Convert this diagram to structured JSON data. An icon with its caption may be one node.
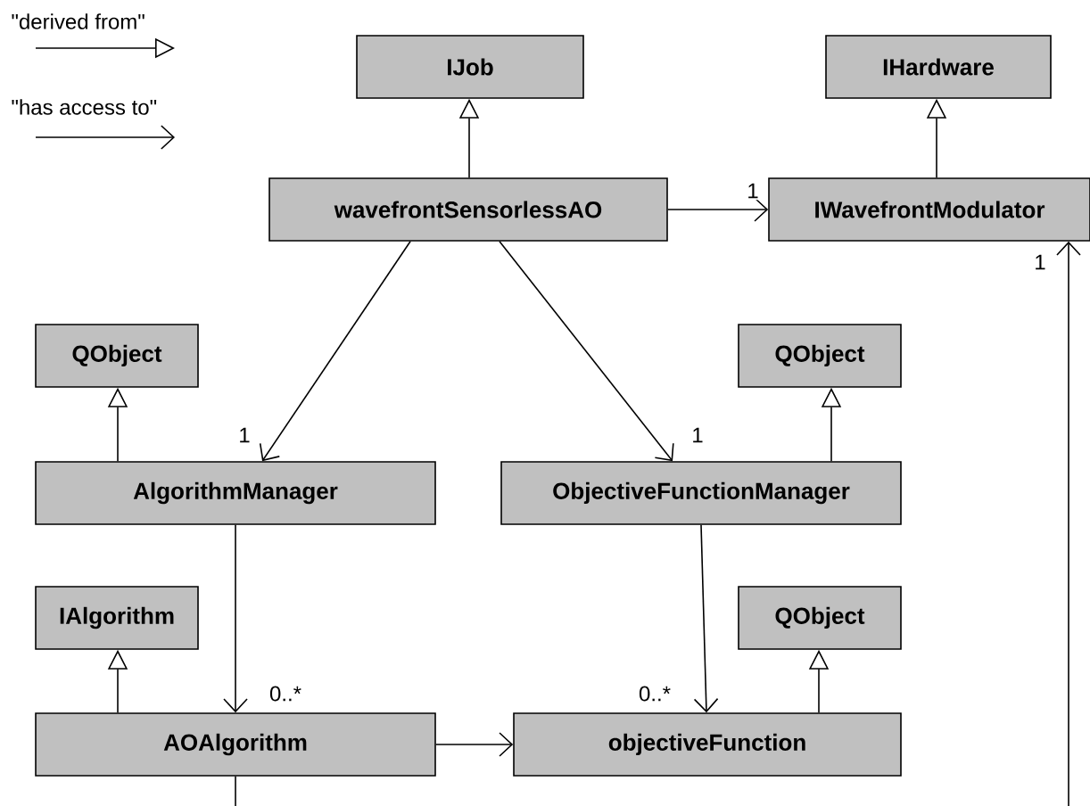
{
  "diagram": {
    "nodes": [
      {
        "text": [
          "IJob"
        ]
      },
      {
        "text": [
          "IHardware"
        ]
      },
      {
        "text": [
          "wavefrontSensorlessAO"
        ]
      },
      {
        "text": [
          "IWavefrontModulator"
        ]
      },
      {
        "text": [
          "QObject"
        ]
      },
      {
        "text": [
          "QObject"
        ]
      },
      {
        "text": [
          "AlgorithmManager"
        ]
      },
      {
        "text": [
          "ObjectiveFunctionManager"
        ]
      },
      {
        "text": [
          "IAlgorithm"
        ]
      },
      {
        "text": [
          "QObject"
        ]
      },
      {
        "text": [
          "AOAlgorithm"
        ]
      },
      {
        "text": [
          "objectiveFunction"
        ]
      }
    ],
    "edges": [
      {
        "from": 2,
        "to": 0,
        "arrow": "to"
      },
      {
        "from": 3,
        "to": 1,
        "arrow": "to"
      },
      {
        "from": 2,
        "to": 3,
        "arrow": "to",
        "label": "1"
      },
      {
        "from": 2,
        "to": 6,
        "arrow": "to",
        "label": "1"
      },
      {
        "from": 2,
        "to": 7,
        "arrow": "to",
        "label": "1"
      },
      {
        "from": 6,
        "to": 4,
        "arrow": "to"
      },
      {
        "from": 7,
        "to": 5,
        "arrow": "to"
      },
      {
        "from": 6,
        "to": 10,
        "arrow": "to",
        "label": "0..*"
      },
      {
        "from": 7,
        "to": 11,
        "arrow": "to",
        "label": "0..*"
      },
      {
        "from": 10,
        "to": 8,
        "arrow": "to"
      },
      {
        "from": 11,
        "to": 9,
        "arrow": "to"
      },
      {
        "from": 10,
        "to": 11,
        "arrow": "to"
      },
      {
        "from": null,
        "to": 3,
        "arrow": "to",
        "label": "1"
      },
      {
        "from": 10,
        "to": null,
        "arrow": "none"
      }
    ],
    "legend": [
      {
        "text": "\"derived from\""
      },
      {
        "text": "\"has access to\""
      }
    ]
  }
}
